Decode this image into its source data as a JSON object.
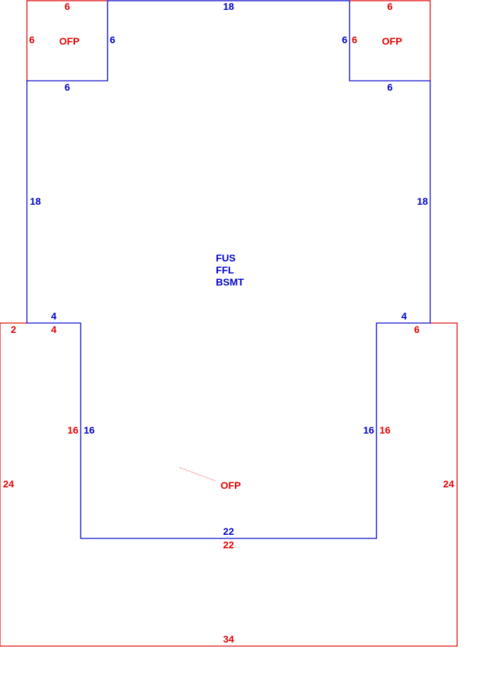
{
  "colors": {
    "main_area": "#0000c8",
    "ofp_area": "#e00000"
  },
  "main_area": {
    "lines": [
      "FUS",
      "FFL",
      "BSMT"
    ]
  },
  "ofp_top_left": {
    "label": "OFP",
    "top": "6",
    "left": "6",
    "right": "6",
    "bottom": "6"
  },
  "ofp_top_right": {
    "label": "OFP",
    "top": "6",
    "left": "6",
    "right": "6",
    "bottom": "6"
  },
  "ofp_bottom": {
    "label": "OFP"
  },
  "dims_blue": {
    "top": "18",
    "left_upper": "18",
    "right_upper": "18",
    "left_step": "4",
    "right_step": "4",
    "left_inner": "16",
    "right_inner": "16",
    "bottom_inner": "22"
  },
  "dims_red": {
    "left_step_2": "2",
    "left_step_4": "4",
    "right_step": "6",
    "left_inner": "16",
    "right_inner": "16",
    "left_outer": "24",
    "right_outer": "24",
    "inner_bottom": "22",
    "bottom": "34"
  }
}
